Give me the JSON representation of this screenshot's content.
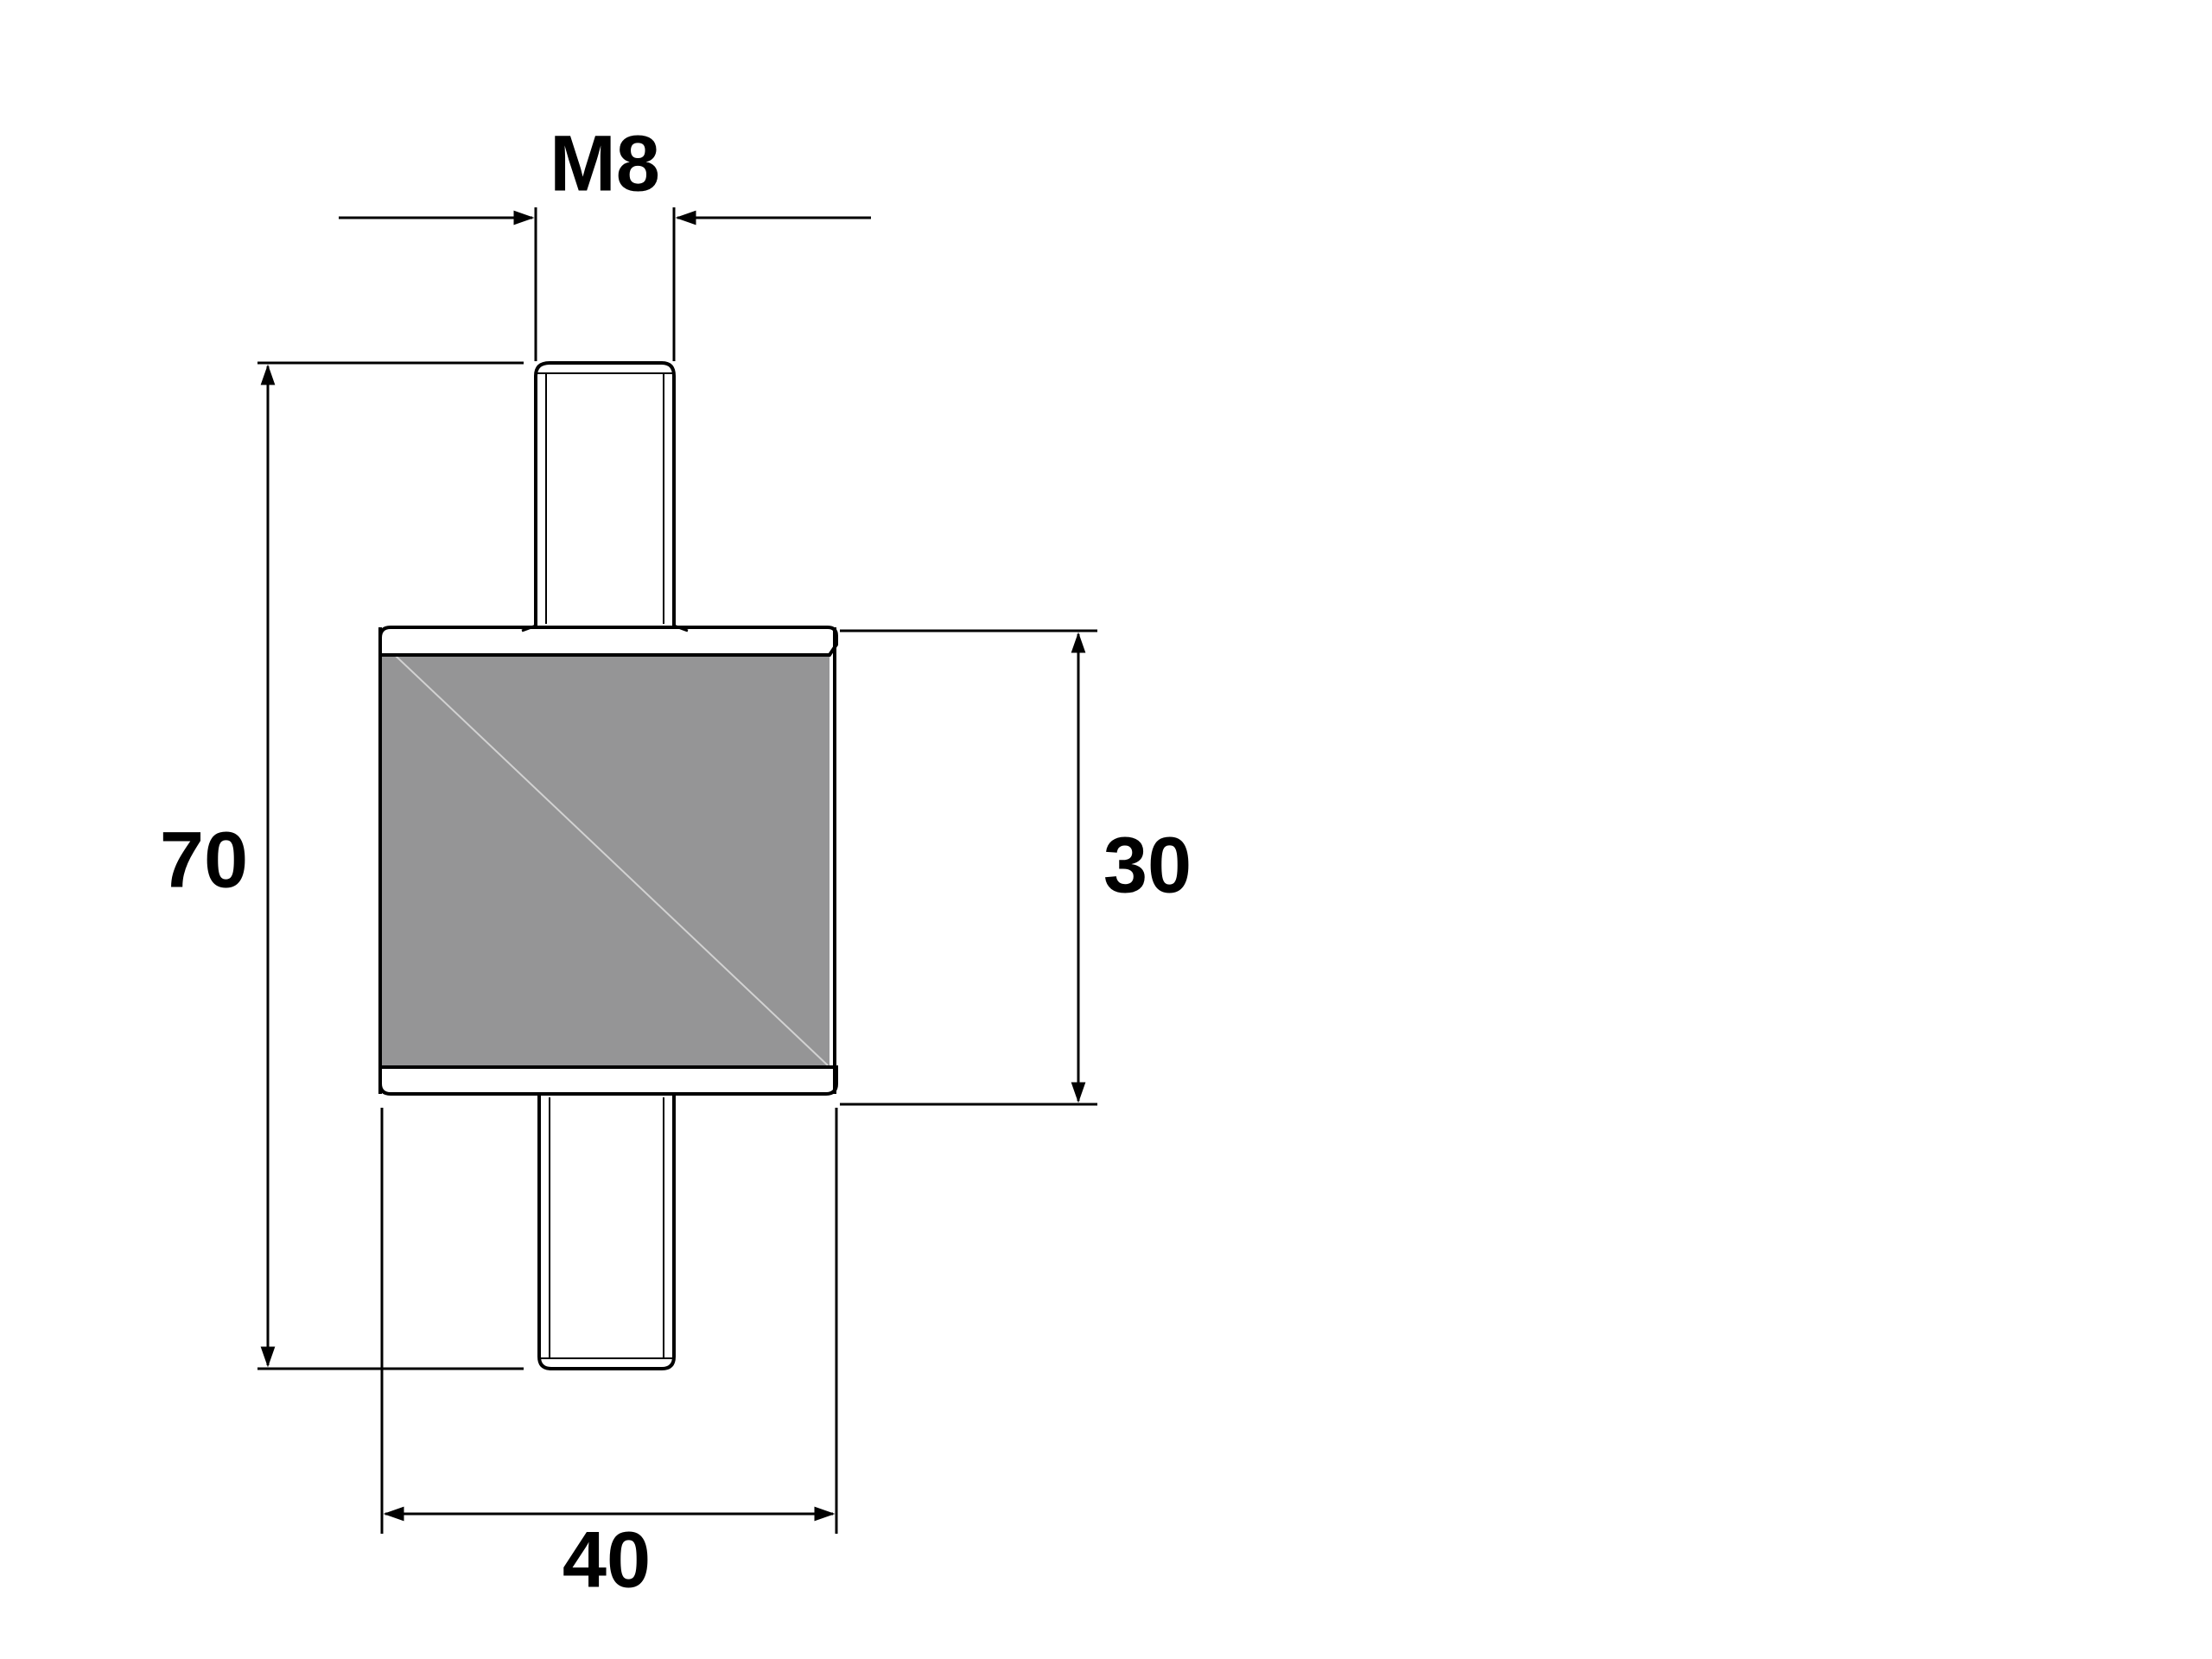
{
  "diagram": {
    "labels": {
      "thread": "M8",
      "total_height": "70",
      "rubber_height": "30",
      "diameter": "40"
    },
    "colors": {
      "rubber_drawing": "#959596",
      "rubber_photo": "#111111",
      "line": "#000000",
      "metal": "#b8bcc0",
      "background": "#ffffff"
    },
    "photos": {
      "top_group_count": 4,
      "bottom_group_count": 4
    }
  }
}
